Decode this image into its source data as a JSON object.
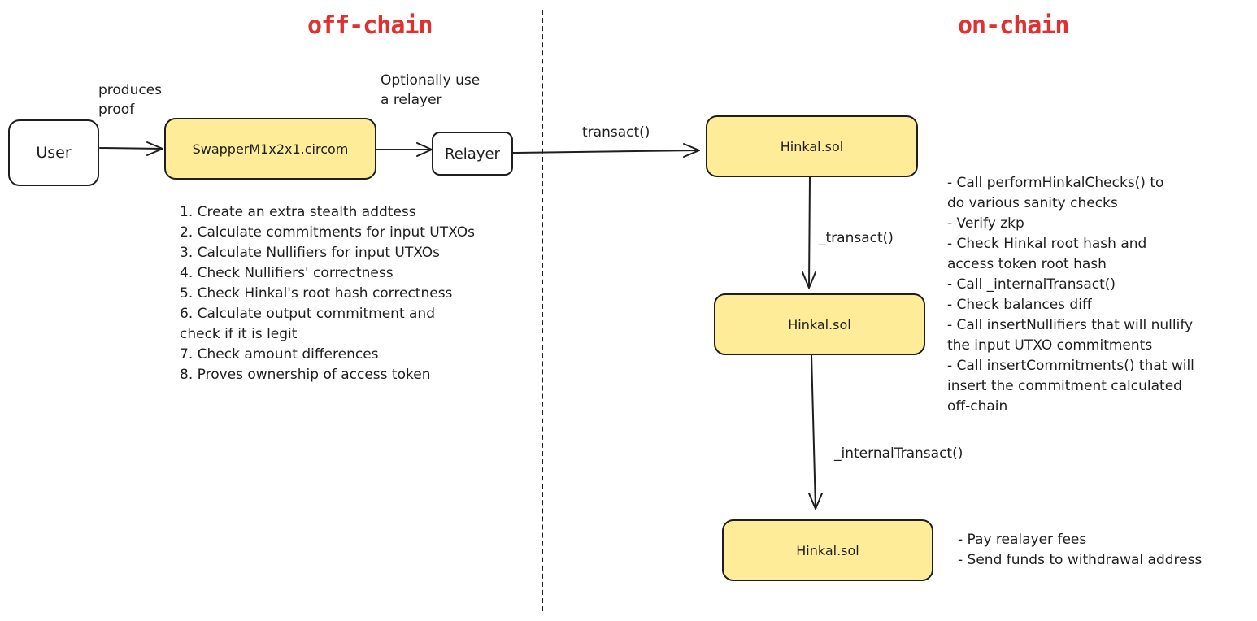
{
  "sections": {
    "left_heading": "off-chain",
    "right_heading": "on-chain"
  },
  "nodes": {
    "user": "User",
    "swapper": "SwapperM1x2x1.circom",
    "relayer": "Relayer",
    "hinkal_1": "Hinkal.sol",
    "hinkal_2": "Hinkal.sol",
    "hinkal_3": "Hinkal.sol"
  },
  "edge_labels": {
    "produces_proof": [
      "produces",
      "proof"
    ],
    "optional_relayer": [
      "Optionally use",
      "a relayer"
    ],
    "transact": "transact()",
    "underscore_transact": "_transact()",
    "internal_transact": "_internalTransact()"
  },
  "offchain_steps": [
    {
      "text": "1. Create an extra stealth addtess",
      "indent": false
    },
    {
      "text": "2. Calculate commitments for input UTXOs",
      "indent": false
    },
    {
      "text": "3. Calculate Nullifiers for input UTXOs",
      "indent": false
    },
    {
      "text": "4. Check Nullifiers' correctness",
      "indent": false
    },
    {
      "text": "5. Check Hinkal's root hash correctness",
      "indent": false
    },
    {
      "text": "6. Calculate output commitment and",
      "indent": false
    },
    {
      "text": "check if it is legit",
      "indent": true
    },
    {
      "text": "7. Check amount differences",
      "indent": false
    },
    {
      "text": "8. Proves ownership of access token",
      "indent": false
    }
  ],
  "transact_notes": [
    {
      "text": "- Call performHinkalChecks() to",
      "indent": false
    },
    {
      "text": "do various sanity checks",
      "indent": true
    },
    {
      "text": "- Verify zkp",
      "indent": false
    },
    {
      "text": "- Check Hinkal root hash and",
      "indent": false
    },
    {
      "text": "access token root hash",
      "indent": true
    },
    {
      "text": "- Call _internalTransact()",
      "indent": false
    },
    {
      "text": "- Check balances diff",
      "indent": false
    },
    {
      "text": "- Call insertNullifiers that will nullify",
      "indent": false
    },
    {
      "text": "the input UTXO commitments",
      "indent": true
    },
    {
      "text": "- Call insertCommitments() that will",
      "indent": false
    },
    {
      "text": "insert the commitment calculated",
      "indent": true
    },
    {
      "text": "off-chain",
      "indent": true
    }
  ],
  "internal_notes": [
    {
      "text": "- Pay realayer fees",
      "indent": false
    },
    {
      "text": "- Send funds to withdrawal address",
      "indent": false
    }
  ],
  "colors": {
    "heading": "#e03131",
    "box_fill": "#ffec99",
    "stroke": "#1e1e1e"
  }
}
